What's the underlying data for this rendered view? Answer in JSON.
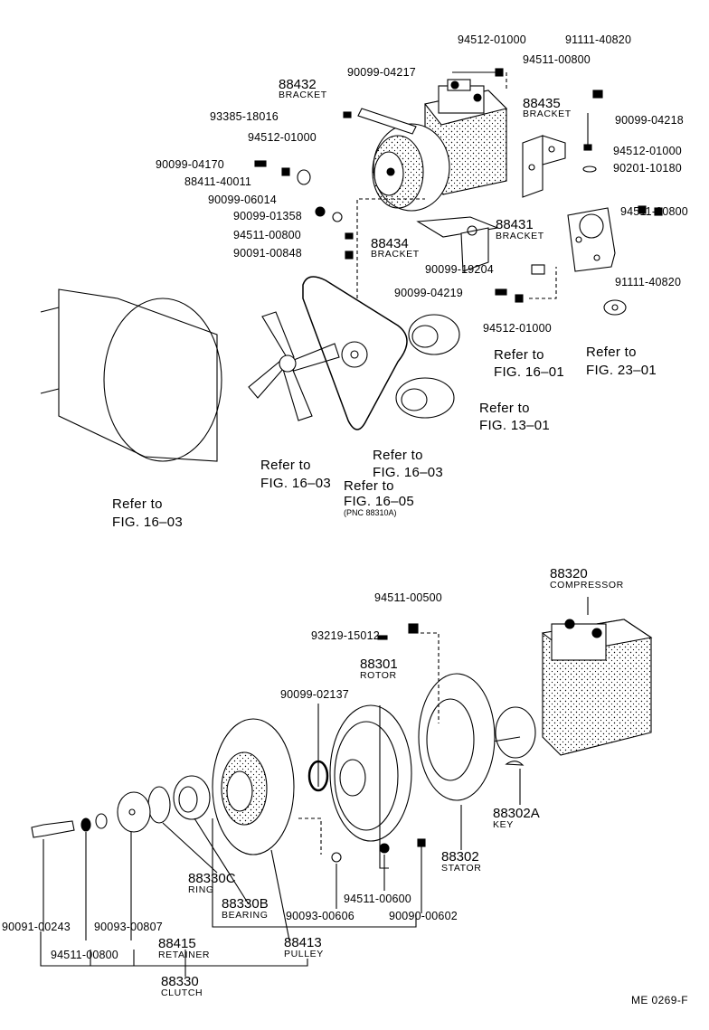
{
  "diagram": {
    "code": "ME 0269-F",
    "top": {
      "parts": [
        {
          "pn": "88432",
          "name": "BRACKET"
        },
        {
          "pn": "88435",
          "name": "BRACKET"
        },
        {
          "pn": "88431",
          "name": "BRACKET"
        },
        {
          "pn": "88434",
          "name": "BRACKET"
        }
      ],
      "callouts": [
        "94512-01000",
        "91111-40820",
        "94511-00800",
        "90099-04217",
        "90099-04218",
        "93385-18016",
        "94512-01000",
        "94512-01000",
        "90201-10180",
        "90099-04170",
        "88411-40011",
        "94511-00800",
        "90099-06014",
        "90099-01358",
        "94511-00800",
        "90091-00848",
        "90099-19204",
        "90099-04219",
        "91111-40820",
        "94512-01000"
      ],
      "refs": [
        {
          "line1": "Refer to",
          "line2": "FIG. 16–01"
        },
        {
          "line1": "Refer to",
          "line2": "FIG. 23–01"
        },
        {
          "line1": "Refer to",
          "line2": "FIG. 13–01"
        },
        {
          "line1": "Refer to",
          "line2": "FIG. 16–03"
        },
        {
          "line1": "Refer to",
          "line2": "FIG. 16–03"
        },
        {
          "line1": "Refer to",
          "line2": "FIG. 16–05",
          "line3": "(PNC 88310A)"
        },
        {
          "line1": "Refer to",
          "line2": "FIG. 16–03"
        }
      ]
    },
    "bottom": {
      "parts": [
        {
          "pn": "88320",
          "name": "COMPRESSOR"
        },
        {
          "pn": "88301",
          "name": "ROTOR"
        },
        {
          "pn": "88302A",
          "name": "KEY"
        },
        {
          "pn": "88302",
          "name": "STATOR"
        },
        {
          "pn": "88330C",
          "name": "RING"
        },
        {
          "pn": "88330B",
          "name": "BEARING"
        },
        {
          "pn": "88415",
          "name": "RETAINER"
        },
        {
          "pn": "88413",
          "name": "PULLEY"
        },
        {
          "pn": "88330",
          "name": "CLUTCH"
        }
      ],
      "callouts": [
        "94511-00500",
        "93219-15012",
        "90099-02137",
        "90091-00243",
        "94511-00800",
        "90093-00807",
        "90093-00606",
        "94511-00600",
        "90090-00602"
      ]
    }
  }
}
